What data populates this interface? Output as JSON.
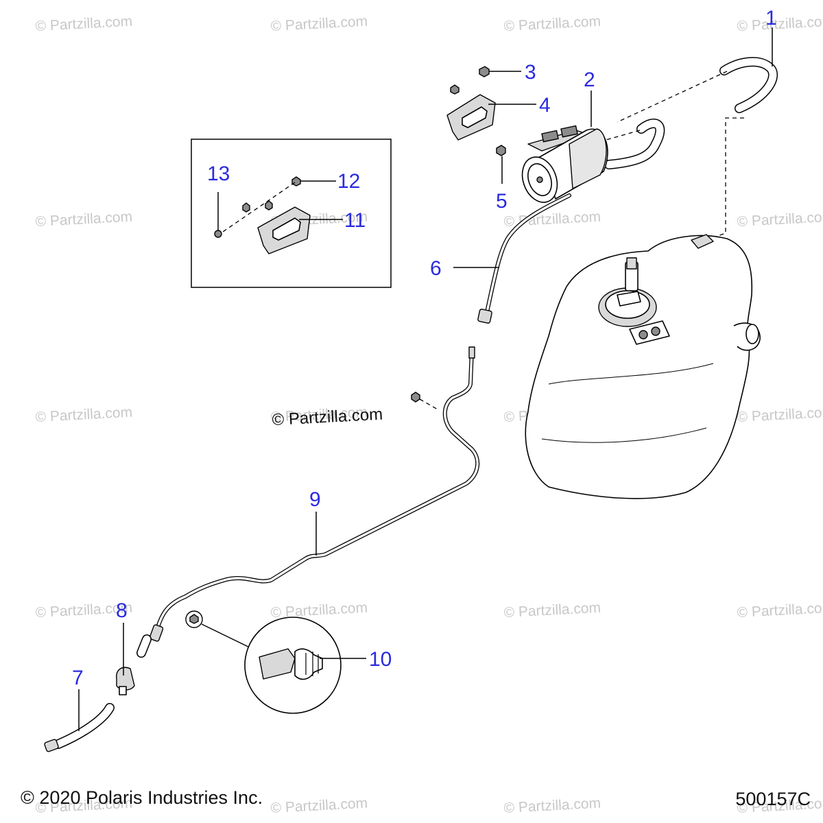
{
  "watermarks": [
    "© Partzilla.com",
    "© Partzilla.com",
    "© Partzilla.com",
    "© Partzilla.com",
    "© Partzilla.com",
    "© Partzilla.com",
    "© Partzilla.com",
    "© Partzilla.com",
    "© Partzilla.com",
    "© Partzilla.com",
    "© Partzilla.com",
    "© Partzilla.com",
    "© Partzilla.com",
    "© Partzilla.com",
    "© Partzilla.com",
    "© Partzilla.com",
    "© Partzilla.com",
    "© Partzilla.com",
    "© Partzilla.com",
    "© Partzilla.com"
  ],
  "center_watermark": "© Partzilla.com",
  "callouts": [
    "1",
    "2",
    "3",
    "4",
    "5",
    "6",
    "7",
    "8",
    "9",
    "10",
    "11",
    "12",
    "13"
  ],
  "copyright": "© 2020 Polaris Industries Inc.",
  "diagram_code": "500157C",
  "colors": {
    "callout": "#2a2ae0",
    "watermark": "#c8c8c8",
    "line": "#000000"
  }
}
